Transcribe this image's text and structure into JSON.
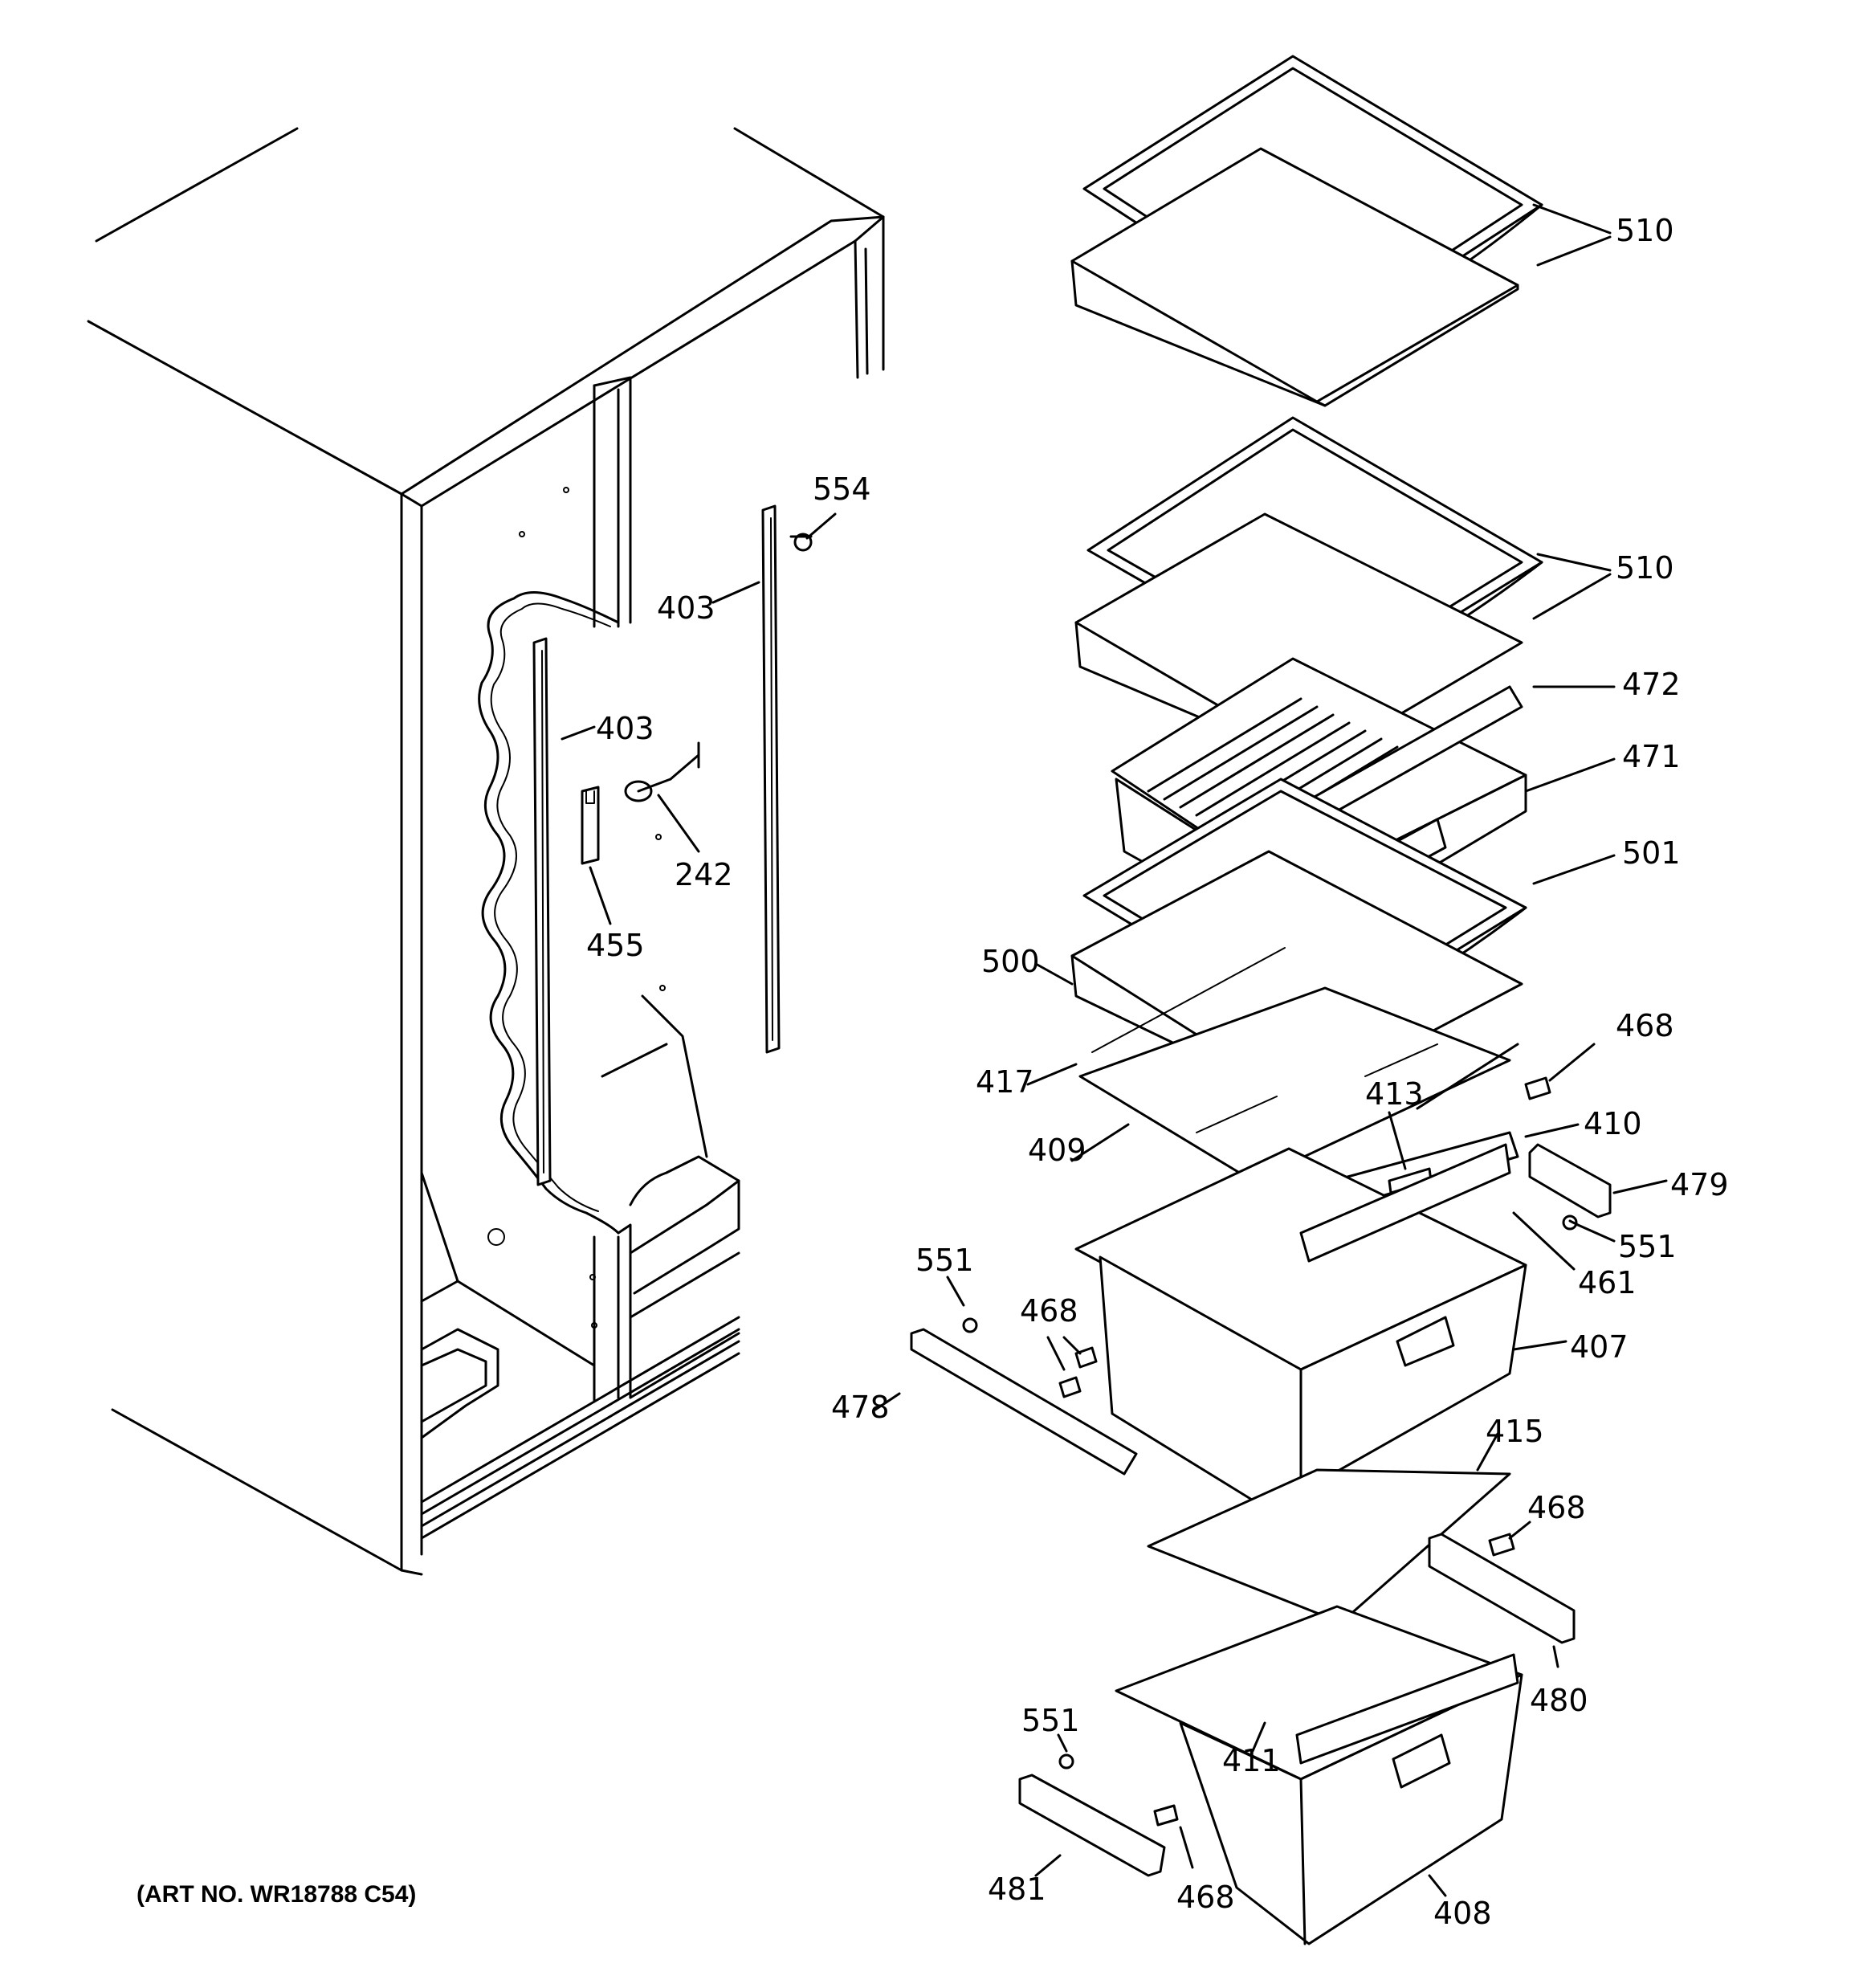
{
  "art_number": "(ART NO. WR18788 C54)",
  "callouts": [
    {
      "id": "c-510a",
      "text": "510"
    },
    {
      "id": "c-510b",
      "text": "510"
    },
    {
      "id": "c-554",
      "text": "554"
    },
    {
      "id": "c-403a",
      "text": "403"
    },
    {
      "id": "c-403b",
      "text": "403"
    },
    {
      "id": "c-242",
      "text": "242"
    },
    {
      "id": "c-455",
      "text": "455"
    },
    {
      "id": "c-472",
      "text": "472"
    },
    {
      "id": "c-471",
      "text": "471"
    },
    {
      "id": "c-501",
      "text": "501"
    },
    {
      "id": "c-500",
      "text": "500"
    },
    {
      "id": "c-468a",
      "text": "468"
    },
    {
      "id": "c-417",
      "text": "417"
    },
    {
      "id": "c-413",
      "text": "413"
    },
    {
      "id": "c-410",
      "text": "410"
    },
    {
      "id": "c-409",
      "text": "409"
    },
    {
      "id": "c-479",
      "text": "479"
    },
    {
      "id": "c-551a",
      "text": "551"
    },
    {
      "id": "c-551b",
      "text": "551"
    },
    {
      "id": "c-461",
      "text": "461"
    },
    {
      "id": "c-468b",
      "text": "468"
    },
    {
      "id": "c-407",
      "text": "407"
    },
    {
      "id": "c-478",
      "text": "478"
    },
    {
      "id": "c-415",
      "text": "415"
    },
    {
      "id": "c-468c",
      "text": "468"
    },
    {
      "id": "c-480",
      "text": "480"
    },
    {
      "id": "c-551c",
      "text": "551"
    },
    {
      "id": "c-411",
      "text": "411"
    },
    {
      "id": "c-481",
      "text": "481"
    },
    {
      "id": "c-468d",
      "text": "468"
    },
    {
      "id": "c-408",
      "text": "408"
    }
  ]
}
